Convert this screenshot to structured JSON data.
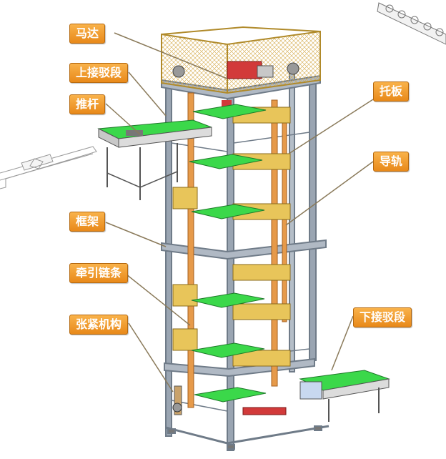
{
  "diagram": {
    "callouts": {
      "motor": "马达",
      "upper_transfer": "上接驳段",
      "push_rod": "推杆",
      "pallet": "托板",
      "guide_rail": "导轨",
      "frame": "框架",
      "traction_chain": "牵引链条",
      "tensioner": "张紧机构",
      "lower_transfer": "下接驳段"
    },
    "colors": {
      "callout_fill": "#f0a030",
      "frame_steel": "#9aa5b2",
      "pallet_green": "#3bd84a",
      "rail_orange": "#e69a4a",
      "guard_yellow": "#e8c55a",
      "motor_red": "#d23a3a",
      "leader_line": "#8a7a5a"
    }
  }
}
